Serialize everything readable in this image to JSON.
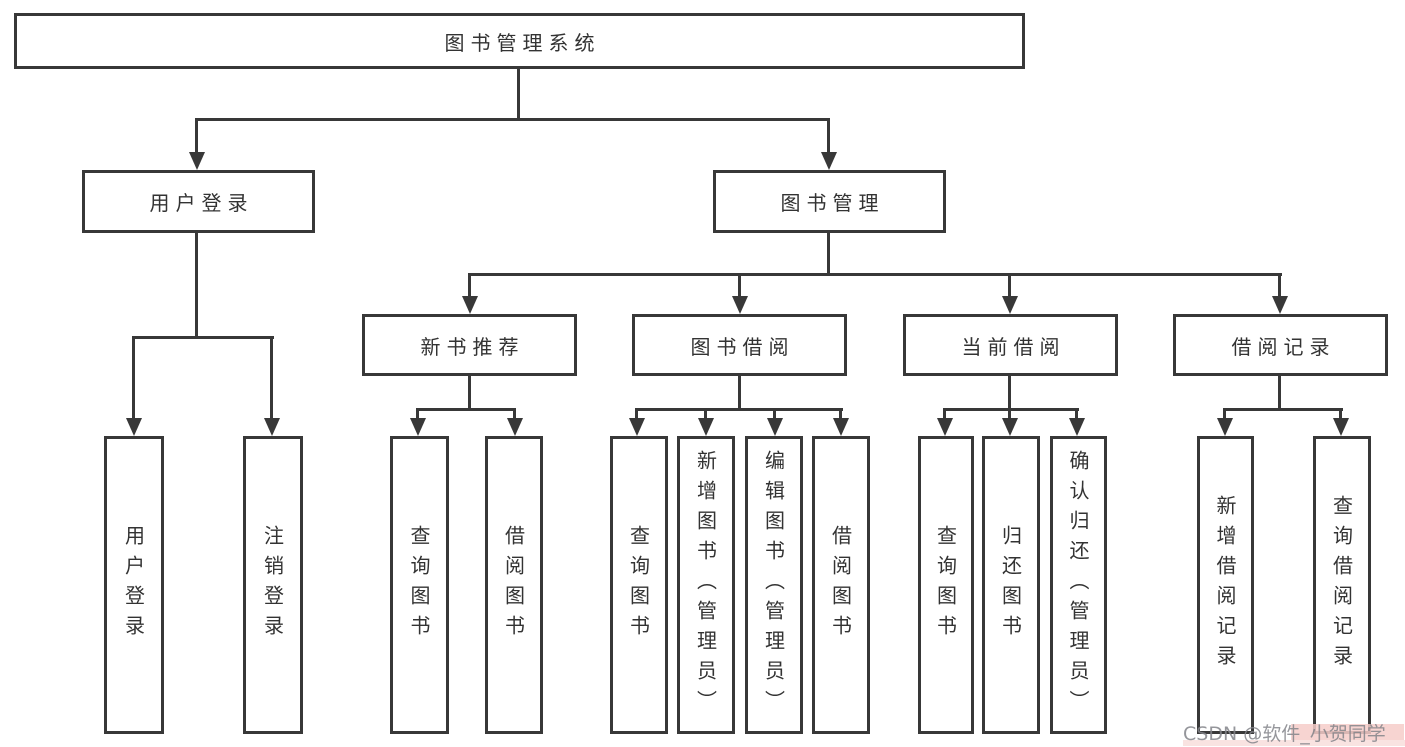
{
  "diagram": {
    "type": "hierarchy-tree",
    "root_label": "图书管理系统",
    "level2": {
      "user_login": "用户登录",
      "book_mgmt": "图书管理"
    },
    "level3": {
      "new_books": "新书推荐",
      "book_borrow": "图书借阅",
      "current_borrow": "当前借阅",
      "borrow_records": "借阅记录"
    },
    "leaves": {
      "user_login_1": "用户登录",
      "user_login_2": "注销登录",
      "new_books_1": "查询图书",
      "new_books_2": "借阅图书",
      "book_borrow_1": "查询图书",
      "book_borrow_2": "新增图书（管理员）",
      "book_borrow_3": "编辑图书（管理员）",
      "book_borrow_4": "借阅图书",
      "current_borrow_1": "查询图书",
      "current_borrow_2": "归还图书",
      "current_borrow_3": "确认归还（管理员）",
      "borrow_records_1": "新增借阅记录",
      "borrow_records_2": "查询借阅记录"
    },
    "watermark": {
      "prefix": "CSDN @软件_",
      "suffix": "小贺同学"
    },
    "colors": {
      "line": "#383838",
      "text": "#333333",
      "background": "#ffffff",
      "watermark_text": "#82848a",
      "watermark_accent": "#f6cdc9"
    }
  }
}
